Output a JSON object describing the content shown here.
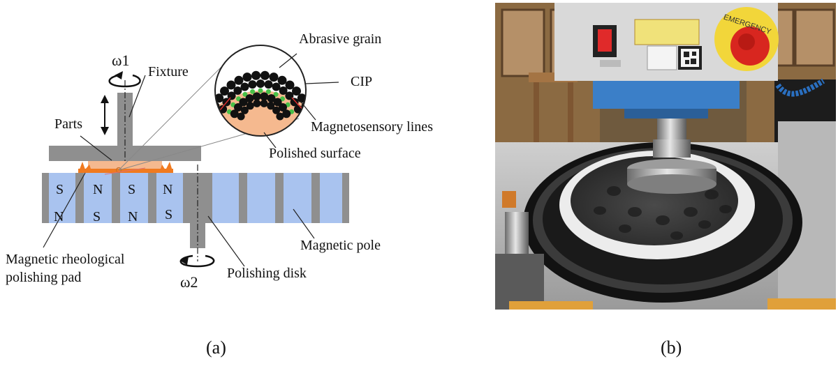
{
  "panel_a": {
    "omega1": "ω1",
    "omega2": "ω2",
    "fixture": "Fixture",
    "parts": "Parts",
    "abrasive_grain": "Abrasive grain",
    "cip": "CIP",
    "magnetosensory_lines": "Magnetosensory lines",
    "polished_surface": "Polished surface",
    "magnetic_pole": "Magnetic pole",
    "polishing_disk": "Polishing disk",
    "mr_pad_line1": "Magnetic rheological",
    "mr_pad_line2": "polishing pad",
    "pole_top": [
      "S",
      "N",
      "S",
      "N"
    ],
    "pole_bottom": [
      "N",
      "S",
      "N",
      "S"
    ]
  },
  "panel_b": {
    "emergency_text": "EMERGENCY"
  },
  "captions": {
    "a": "(a)",
    "b": "(b)"
  },
  "colors": {
    "pole_blue": "#a9c3ef",
    "steel_gray": "#8f8f8f",
    "part_salmon": "#f5b98f",
    "grain_black": "#111111",
    "cip_green": "#48c048",
    "pad_orange": "#f07a20",
    "emergency_red": "#d8261f",
    "machine_blue": "#3b7fc8"
  }
}
